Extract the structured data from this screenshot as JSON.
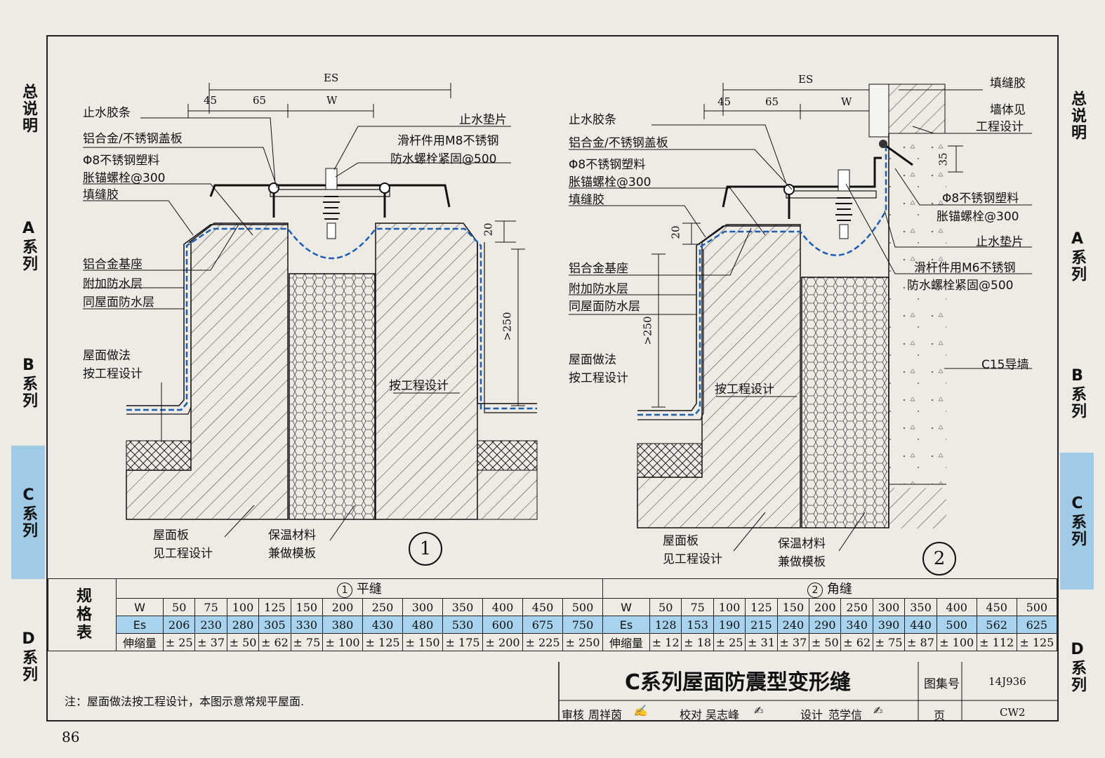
{
  "page_number": "86",
  "left_tabs": [
    {
      "label": "总说明",
      "active": false
    },
    {
      "label": "A系列",
      "active": false
    },
    {
      "label": "B系列",
      "active": false
    },
    {
      "label": "C系列",
      "active": true
    },
    {
      "label": "D系列",
      "active": false
    }
  ],
  "right_tabs": [
    {
      "label": "总说明",
      "active": false
    },
    {
      "label": "A系列",
      "active": false
    },
    {
      "label": "B系列",
      "active": false
    },
    {
      "label": "C系列",
      "active": true
    },
    {
      "label": "D系列",
      "active": false
    }
  ],
  "detail1": {
    "number": "1",
    "dims": {
      "es": "ES",
      "d45": "45",
      "d65": "65",
      "w": "W",
      "d20": "20",
      "d250": ">250"
    },
    "labels": {
      "strip": "止水胶条",
      "cover1": "铝合金/不锈钢盖板",
      "anchor1": "Φ8不锈钢塑料",
      "anchor2": "胀锚螺栓@300",
      "sealant": "填缝胶",
      "washer": "止水垫片",
      "bolt1": "滑杆件用M8不锈钢",
      "bolt2": "防水螺栓紧固@500",
      "base": "铝合金基座",
      "extra1": "附加防水层",
      "extra2": "同屋面防水层",
      "roof1": "屋面做法",
      "roof2": "按工程设计",
      "design": "按工程设计",
      "slab1": "屋面板",
      "slab2": "见工程设计",
      "ins1": "保温材料",
      "ins2": "兼做模板"
    }
  },
  "detail2": {
    "number": "2",
    "dims": {
      "es": "ES",
      "d45": "45",
      "d65": "65",
      "w": "W",
      "d20": "20",
      "d250": ">250",
      "d35": "35"
    },
    "labels": {
      "sealant_top": "填缝胶",
      "wall1": "墙体见",
      "wall2": "工程设计",
      "strip": "止水胶条",
      "cover1": "铝合金/不锈钢盖板",
      "anchor1": "Φ8不锈钢塑料",
      "anchor2": "胀锚螺栓@300",
      "sealant": "填缝胶",
      "anchor_r1": "Φ8不锈钢塑料",
      "anchor_r2": "胀锚螺栓@300",
      "washer": "止水垫片",
      "bolt1": "滑杆件用M6不锈钢",
      "bolt2": "防水螺栓紧固@500",
      "base": "铝合金基座",
      "extra1": "附加防水层",
      "extra2": "同屋面防水层",
      "roof1": "屋面做法",
      "roof2": "按工程设计",
      "design": "按工程设计",
      "guide": "C15导墙",
      "slab1": "屋面板",
      "slab2": "见工程设计",
      "ins1": "保温材料",
      "ins2": "兼做模板"
    }
  },
  "spec_table": {
    "side_label": "规格表",
    "flat": {
      "caption_num": "1",
      "caption": "平缝",
      "rows": [
        {
          "name": "W",
          "values": [
            "50",
            "75",
            "100",
            "125",
            "150",
            "200",
            "250",
            "300",
            "350",
            "400",
            "450",
            "500"
          ]
        },
        {
          "name": "Es",
          "values": [
            "206",
            "230",
            "280",
            "305",
            "330",
            "380",
            "430",
            "480",
            "530",
            "600",
            "675",
            "750"
          ]
        },
        {
          "name": "伸缩量",
          "values": [
            "± 25",
            "± 37",
            "± 50",
            "± 62",
            "± 75",
            "± 100",
            "± 125",
            "± 150",
            "± 175",
            "± 200",
            "± 225",
            "± 250"
          ]
        }
      ]
    },
    "corner": {
      "caption_num": "2",
      "caption": "角缝",
      "rows": [
        {
          "name": "W",
          "values": [
            "50",
            "75",
            "100",
            "125",
            "150",
            "200",
            "250",
            "300",
            "350",
            "400",
            "450",
            "500"
          ]
        },
        {
          "name": "Es",
          "values": [
            "128",
            "153",
            "190",
            "215",
            "240",
            "290",
            "340",
            "390",
            "440",
            "500",
            "562",
            "625"
          ]
        },
        {
          "name": "伸缩量",
          "values": [
            "± 12",
            "± 18",
            "± 25",
            "± 31",
            "± 37",
            "± 50",
            "± 62",
            "± 75",
            "± 87",
            "± 100",
            "± 112",
            "± 125"
          ]
        }
      ]
    }
  },
  "note": "注：屋面做法按工程设计，本图示意常规平屋面.",
  "title": "C系列屋面防震型变形缝",
  "atlas_label": "图集号",
  "atlas_no": "14J936",
  "page_label": "页",
  "page_code": "CW2",
  "signoff": {
    "review_label": "审核",
    "review_name": "周祥茵",
    "check_label": "校对",
    "check_name": "吴志峰",
    "design_label": "设计",
    "design_name": "范学信"
  },
  "colors": {
    "membrane": "#1a5fb4",
    "tab_active": "#9fcbe6",
    "es_row": "#a7d3ee"
  }
}
